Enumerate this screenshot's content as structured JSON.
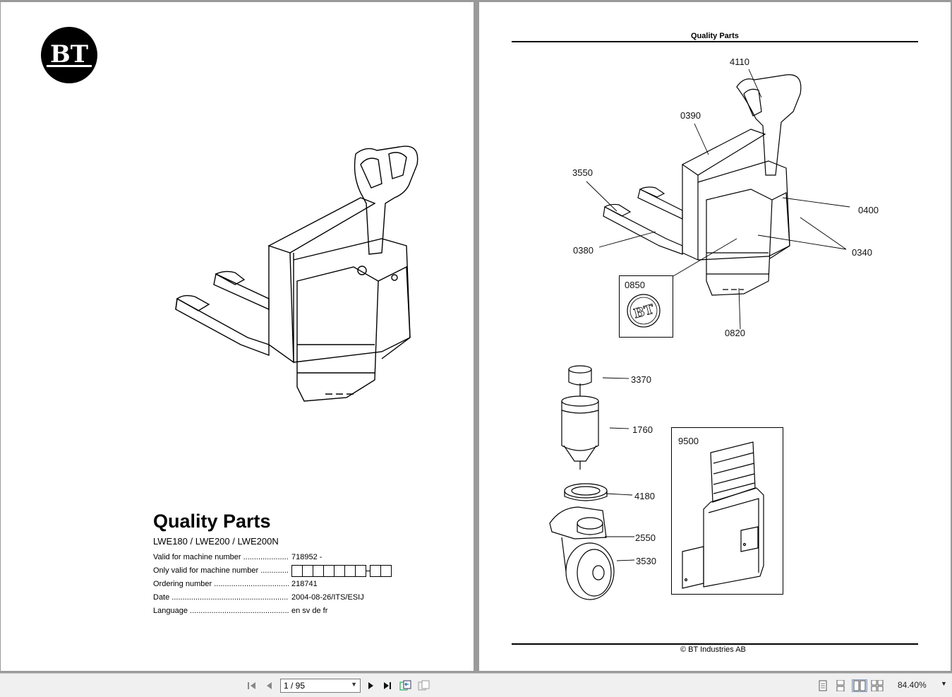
{
  "cover": {
    "title": "Quality Parts",
    "models": "LWE180 / LWE200 / LWE200N",
    "rows": [
      {
        "label": "Valid for machine number",
        "value": "718952 -"
      },
      {
        "label": "Only valid for machine number",
        "value": ""
      },
      {
        "label": "Ordering number",
        "value": "218741"
      },
      {
        "label": "Date",
        "value": "2004-08-26/ITS/ESIJ"
      },
      {
        "label": "Language",
        "value": " en sv de fr"
      }
    ]
  },
  "parts_page": {
    "header": "Quality Parts",
    "footer": "© BT Industries AB",
    "callouts": {
      "c4110": "4110",
      "c0390": "0390",
      "c3550": "3550",
      "c0400": "0400",
      "c0380": "0380",
      "c0340": "0340",
      "c0850": "0850",
      "c0820": "0820",
      "c3370": "3370",
      "c1760": "1760",
      "c4180": "4180",
      "c2550": "2550",
      "c3530": "3530",
      "c9500": "9500"
    }
  },
  "toolbar": {
    "page_indicator": "1 / 95",
    "zoom": "84.40%",
    "icons": [
      "first-page-icon",
      "prev-page-icon",
      "next-page-icon",
      "last-page-icon",
      "go-back-icon",
      "go-forward-icon",
      "single-page-icon",
      "continuous-icon",
      "facing-icon",
      "continuous-facing-icon"
    ]
  }
}
